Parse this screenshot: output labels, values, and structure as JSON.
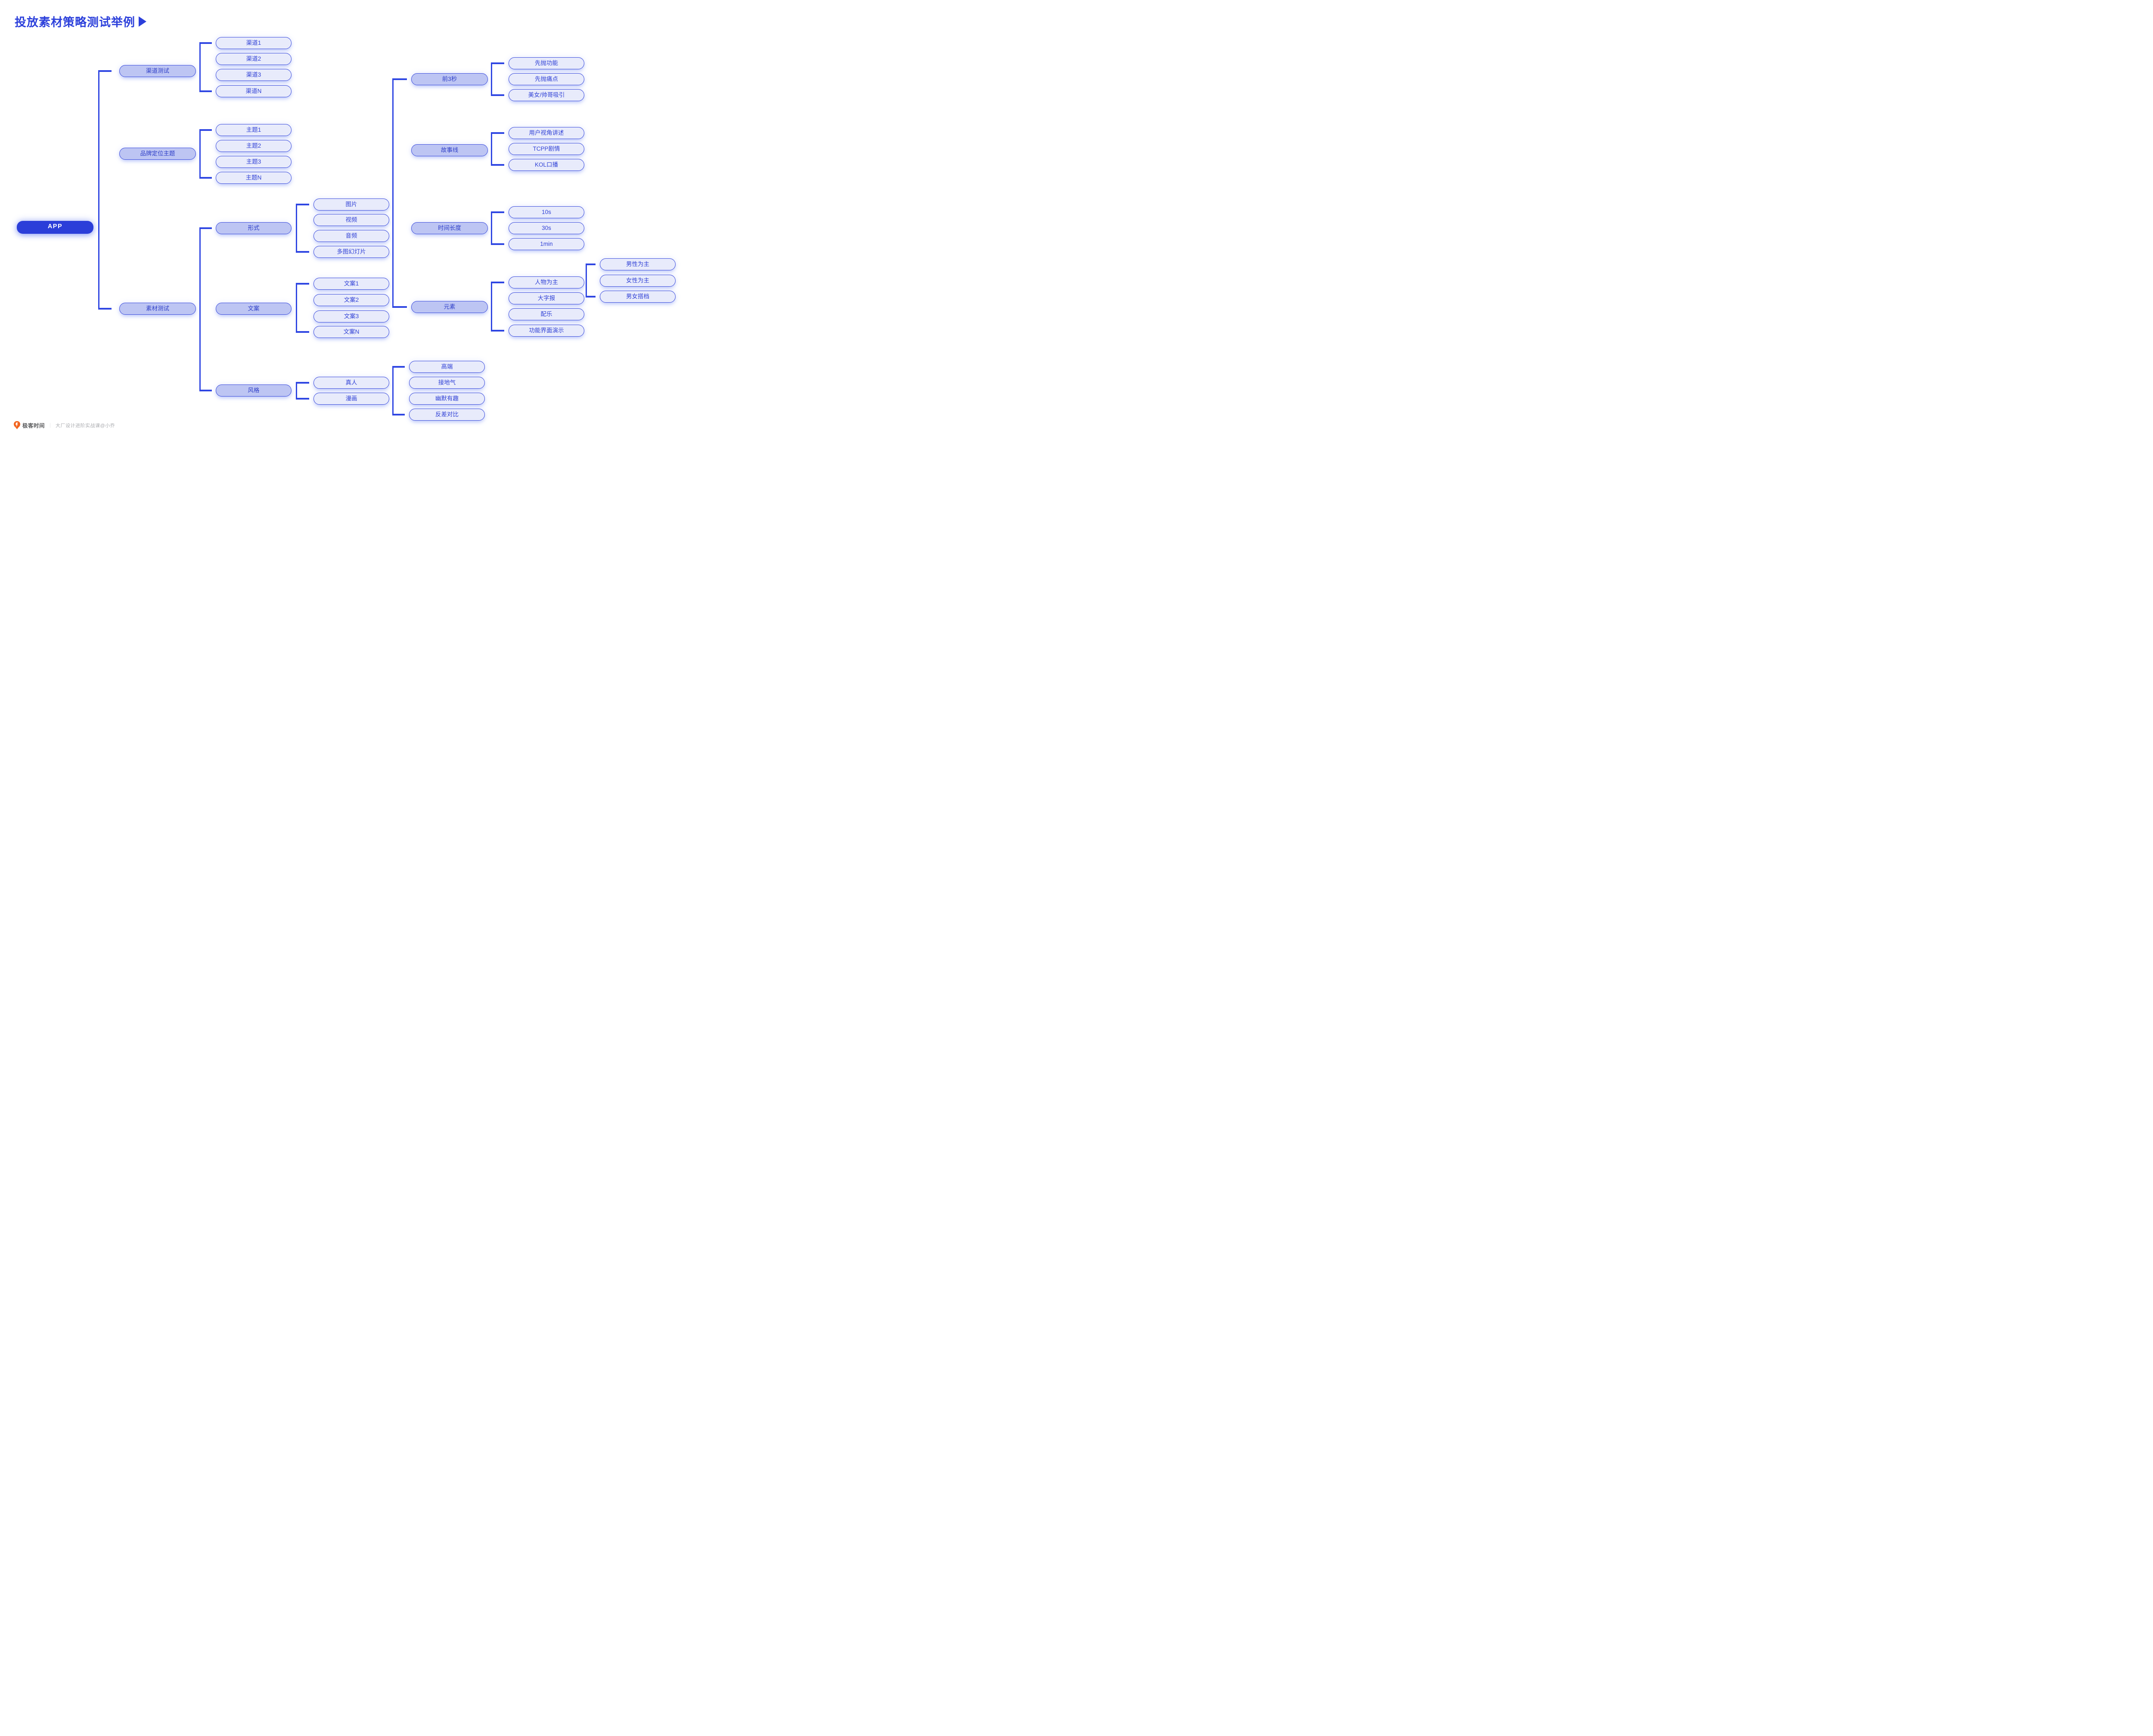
{
  "title": {
    "text": "投放素材策略测试举例"
  },
  "colors": {
    "brand_blue": "#2C40DB",
    "line_blue": "#2F46E2",
    "node_border": "#3A4BDC",
    "parent_fill": "#BDC5F3",
    "child_fill": "#E8EBFB",
    "root_fill": "#2B3ED9",
    "root_text": "#FFFFFF",
    "logo_orange": "#F2641E",
    "footer_text": "#58595B",
    "footer_muted": "#ABACB0"
  },
  "nodes": [
    {
      "id": "app",
      "label": "APP",
      "role": "root"
    },
    {
      "id": "channel-test",
      "label": "渠道测试",
      "role": "parent"
    },
    {
      "id": "channel-1",
      "label": "渠道1",
      "role": "child"
    },
    {
      "id": "channel-2",
      "label": "渠道2",
      "role": "child"
    },
    {
      "id": "channel-3",
      "label": "渠道3",
      "role": "child"
    },
    {
      "id": "channel-n",
      "label": "渠道N",
      "role": "child"
    },
    {
      "id": "brand-theme",
      "label": "品牌定位主题",
      "role": "parent"
    },
    {
      "id": "theme-1",
      "label": "主题1",
      "role": "child"
    },
    {
      "id": "theme-2",
      "label": "主题2",
      "role": "child"
    },
    {
      "id": "theme-3",
      "label": "主题3",
      "role": "child"
    },
    {
      "id": "theme-n",
      "label": "主题N",
      "role": "child"
    },
    {
      "id": "material-test",
      "label": "素材测试",
      "role": "parent"
    },
    {
      "id": "format",
      "label": "形式",
      "role": "parent"
    },
    {
      "id": "image",
      "label": "图片",
      "role": "child"
    },
    {
      "id": "video",
      "label": "视频",
      "role": "child"
    },
    {
      "id": "audio",
      "label": "音频",
      "role": "child"
    },
    {
      "id": "slideshow",
      "label": "多图幻灯片",
      "role": "child"
    },
    {
      "id": "copy",
      "label": "文案",
      "role": "parent"
    },
    {
      "id": "copy-1",
      "label": "文案1",
      "role": "child"
    },
    {
      "id": "copy-2",
      "label": "文案2",
      "role": "child"
    },
    {
      "id": "copy-3",
      "label": "文案3",
      "role": "child"
    },
    {
      "id": "copy-n",
      "label": "文案N",
      "role": "child"
    },
    {
      "id": "style",
      "label": "风格",
      "role": "parent"
    },
    {
      "id": "real-person",
      "label": "真人",
      "role": "child"
    },
    {
      "id": "cartoon",
      "label": "漫画",
      "role": "child"
    },
    {
      "id": "high-end",
      "label": "高端",
      "role": "child"
    },
    {
      "id": "down-to-earth",
      "label": "接地气",
      "role": "child"
    },
    {
      "id": "humorous",
      "label": "幽默有趣",
      "role": "child"
    },
    {
      "id": "contrast",
      "label": "反差对比",
      "role": "child"
    },
    {
      "id": "first-3s",
      "label": "前3秒",
      "role": "parent"
    },
    {
      "id": "pitch-function",
      "label": "先抛功能",
      "role": "child"
    },
    {
      "id": "pitch-painpoint",
      "label": "先抛痛点",
      "role": "child"
    },
    {
      "id": "beauty-attract",
      "label": "美女/帅哥吸引",
      "role": "child"
    },
    {
      "id": "storyline",
      "label": "故事线",
      "role": "parent"
    },
    {
      "id": "user-pov",
      "label": "用户视角讲述",
      "role": "child"
    },
    {
      "id": "tcpp-plot",
      "label": "TCPP剧情",
      "role": "child"
    },
    {
      "id": "kol-broadcast",
      "label": "KOL口播",
      "role": "child"
    },
    {
      "id": "duration",
      "label": "时间长度",
      "role": "parent"
    },
    {
      "id": "duration-10s",
      "label": "10s",
      "role": "child"
    },
    {
      "id": "duration-30s",
      "label": "30s",
      "role": "child"
    },
    {
      "id": "duration-1min",
      "label": "1min",
      "role": "child"
    },
    {
      "id": "elements",
      "label": "元素",
      "role": "parent"
    },
    {
      "id": "person-focused",
      "label": "人物为主",
      "role": "child"
    },
    {
      "id": "big-poster",
      "label": "大字报",
      "role": "child"
    },
    {
      "id": "bgm",
      "label": "配乐",
      "role": "child"
    },
    {
      "id": "ui-demo",
      "label": "功能界面演示",
      "role": "child"
    },
    {
      "id": "male-lead",
      "label": "男性为主",
      "role": "child"
    },
    {
      "id": "female-lead",
      "label": "女性为主",
      "role": "child"
    },
    {
      "id": "male-female-duo",
      "label": "男女搭档",
      "role": "child"
    }
  ],
  "hierarchy": {
    "app": [
      "channel-test",
      "brand-theme",
      "material-test"
    ],
    "channel-test": [
      "channel-1",
      "channel-2",
      "channel-3",
      "channel-n"
    ],
    "brand-theme": [
      "theme-1",
      "theme-2",
      "theme-3",
      "theme-n"
    ],
    "material-test": [
      "format",
      "copy",
      "style"
    ],
    "format": [
      "image",
      "video",
      "audio",
      "slideshow"
    ],
    "video": [
      "first-3s",
      "storyline",
      "duration",
      "elements"
    ],
    "copy": [
      "copy-1",
      "copy-2",
      "copy-3",
      "copy-n"
    ],
    "style": [
      "real-person",
      "cartoon"
    ],
    "style-tones": [
      "high-end",
      "down-to-earth",
      "humorous",
      "contrast"
    ],
    "first-3s": [
      "pitch-function",
      "pitch-painpoint",
      "beauty-attract"
    ],
    "storyline": [
      "user-pov",
      "tcpp-plot",
      "kol-broadcast"
    ],
    "duration": [
      "duration-10s",
      "duration-30s",
      "duration-1min"
    ],
    "elements": [
      "person-focused",
      "big-poster",
      "bgm",
      "ui-demo"
    ],
    "person-focused": [
      "male-lead",
      "female-lead",
      "male-female-duo"
    ]
  },
  "footer": {
    "brand": "极客时间",
    "divider": "｜",
    "course": "大厂设计进阶实战课@小乔"
  }
}
